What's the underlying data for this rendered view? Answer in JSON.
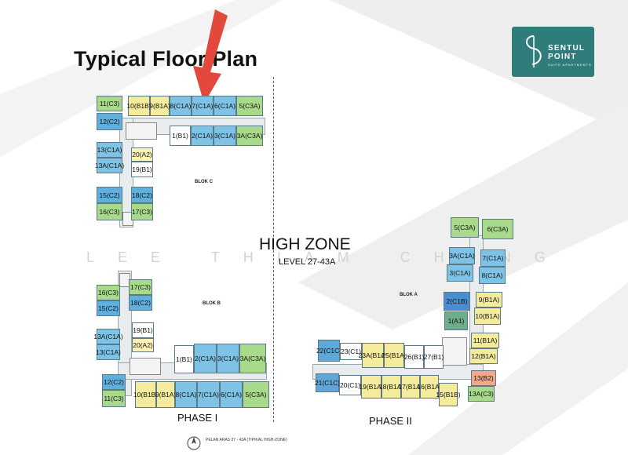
{
  "title": "Typical Floor Plan",
  "logo": {
    "brand_line1": "SENTUL",
    "brand_line2": "POINT",
    "sub": "SUITE APARTMENTS"
  },
  "watermark": "LEE THIAM CHENG",
  "zone": {
    "name": "HIGH ZONE",
    "level": "LEVEL 27-43A"
  },
  "phases": {
    "phase1": "PHASE I",
    "phase2": "PHASE II"
  },
  "caption": "PELAN ARAS 27 - 43A (TIPIKAL HIGH-ZONE)",
  "colors": {
    "C1A": "#7ec3e6",
    "C3A": "#a9d98a",
    "C3": "#a9d98a",
    "C2": "#5fb0df",
    "B1A": "#f4ec9c",
    "B1B": "#f4ec9c",
    "B1": "#ffffff",
    "A2": "#fff3b8",
    "A1": "#6fae8a",
    "C1B": "#4a8ed1",
    "B2": "#f2a88e",
    "C1C": "#5ea7d6",
    "C1": "#ffffff",
    "arrow": "#e2483c",
    "logo_bg": "#2e7d7a"
  },
  "blocks": {
    "c": {
      "label": "BLOK C",
      "units": [
        {
          "text": "11(C3)",
          "type": "C3"
        },
        {
          "text": "10(B1B)",
          "type": "B1B"
        },
        {
          "text": "9(B1A)",
          "type": "B1A"
        },
        {
          "text": "8(C1A)",
          "type": "C1A"
        },
        {
          "text": "7(C1A)",
          "type": "C1A"
        },
        {
          "text": "6(C1A)",
          "type": "C1A"
        },
        {
          "text": "5(C3A)",
          "type": "C3A"
        },
        {
          "text": "12(C2)",
          "type": "C2"
        },
        {
          "text": "1(B1)",
          "type": "B1"
        },
        {
          "text": "2(C1A)",
          "type": "C1A"
        },
        {
          "text": "3(C1A)",
          "type": "C1A"
        },
        {
          "text": "3A(C3A)",
          "type": "C3A"
        },
        {
          "text": "13(C1A)",
          "type": "C1A"
        },
        {
          "text": "13A(C1A)",
          "type": "C1A"
        },
        {
          "text": "20(A2)",
          "type": "A2"
        },
        {
          "text": "19(B1)",
          "type": "B1"
        },
        {
          "text": "15(C2)",
          "type": "C2"
        },
        {
          "text": "18(C2)",
          "type": "C2"
        },
        {
          "text": "16(C3)",
          "type": "C3"
        },
        {
          "text": "17(C3)",
          "type": "C3"
        }
      ]
    },
    "b": {
      "label": "BLOK B",
      "units": [
        {
          "text": "16(C3)",
          "type": "C3"
        },
        {
          "text": "17(C3)",
          "type": "C3"
        },
        {
          "text": "15(C2)",
          "type": "C2"
        },
        {
          "text": "18(C2)",
          "type": "C2"
        },
        {
          "text": "19(B1)",
          "type": "B1"
        },
        {
          "text": "13A(C1A)",
          "type": "C1A"
        },
        {
          "text": "20(A2)",
          "type": "A2"
        },
        {
          "text": "13(C1A)",
          "type": "C1A"
        },
        {
          "text": "1(B1)",
          "type": "B1"
        },
        {
          "text": "2(C1A)",
          "type": "C1A"
        },
        {
          "text": "3(C1A)",
          "type": "C1A"
        },
        {
          "text": "3A(C3A)",
          "type": "C3A"
        },
        {
          "text": "12(C2)",
          "type": "C2"
        },
        {
          "text": "11(C3)",
          "type": "C3"
        },
        {
          "text": "10(B1B)",
          "type": "B1B"
        },
        {
          "text": "9(B1A)",
          "type": "B1A"
        },
        {
          "text": "8(C1A)",
          "type": "C1A"
        },
        {
          "text": "7(C1A)",
          "type": "C1A"
        },
        {
          "text": "6(C1A)",
          "type": "C1A"
        },
        {
          "text": "5(C3A)",
          "type": "C3A"
        }
      ]
    },
    "a": {
      "label": "BLOK A",
      "units": [
        {
          "text": "5(C3A)",
          "type": "C3A"
        },
        {
          "text": "6(C3A)",
          "type": "C3A"
        },
        {
          "text": "3A(C1A)",
          "type": "C1A"
        },
        {
          "text": "7(C1A)",
          "type": "C1A"
        },
        {
          "text": "3(C1A)",
          "type": "C1A"
        },
        {
          "text": "8(C1A)",
          "type": "C1A"
        },
        {
          "text": "2(C1B)",
          "type": "C1B"
        },
        {
          "text": "9(B1A)",
          "type": "B1A"
        },
        {
          "text": "10(B1A)",
          "type": "B1A"
        },
        {
          "text": "1(A1)",
          "type": "A1"
        },
        {
          "text": "11(B1A)",
          "type": "B1A"
        },
        {
          "text": "12(B1A)",
          "type": "B1A"
        },
        {
          "text": "22(C1C)",
          "type": "C1C"
        },
        {
          "text": "23(C1)",
          "type": "C1"
        },
        {
          "text": "23A(B1A)",
          "type": "B1A"
        },
        {
          "text": "25(B1A)",
          "type": "B1A"
        },
        {
          "text": "26(B1)",
          "type": "B1"
        },
        {
          "text": "27(B1)",
          "type": "B1"
        },
        {
          "text": "13(B2)",
          "type": "B2"
        },
        {
          "text": "21(C1C)",
          "type": "C1C"
        },
        {
          "text": "20(C1)",
          "type": "C1"
        },
        {
          "text": "19(B1A)",
          "type": "B1A"
        },
        {
          "text": "18(B1A)",
          "type": "B1A"
        },
        {
          "text": "17(B1A)",
          "type": "B1A"
        },
        {
          "text": "16(B1A)",
          "type": "B1A"
        },
        {
          "text": "15(B1B)",
          "type": "B1B"
        },
        {
          "text": "13A(C3)",
          "type": "C3"
        }
      ]
    }
  }
}
